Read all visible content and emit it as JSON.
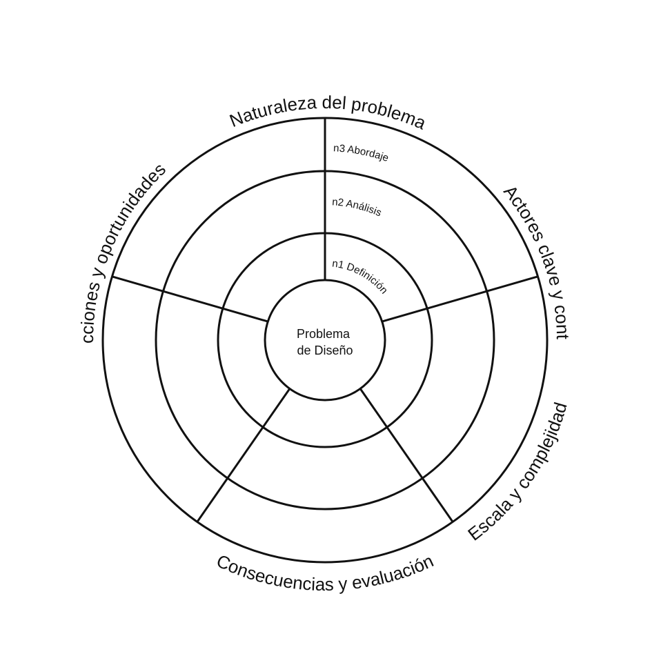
{
  "diagram": {
    "center": [
      "Problema",
      "de Diseño"
    ],
    "levels": [
      "n1 Definición",
      "n2 Análisis",
      "n3 Abordaje"
    ],
    "sectors": [
      "Actores clave y contexto",
      "Escala y complejidad",
      "Consecuencias y evaluación",
      "Restricciones y oportunidades",
      "Naturaleza del problema"
    ]
  }
}
